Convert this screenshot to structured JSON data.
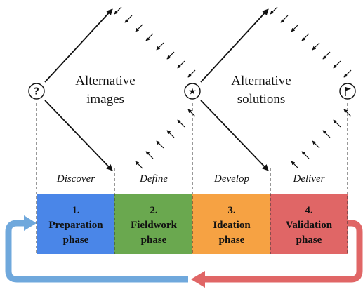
{
  "labels": {
    "problem_space": [
      "Alternative",
      "images"
    ],
    "solution_space": [
      "Alternative",
      "solutions"
    ]
  },
  "stages": [
    "Discover",
    "Define",
    "Develop",
    "Deliver"
  ],
  "phases": [
    {
      "number": "1.",
      "name_line1": "Preparation",
      "name_line2": "phase",
      "color": "#4a86e8"
    },
    {
      "number": "2.",
      "name_line1": "Fieldwork",
      "name_line2": "phase",
      "color": "#6aa84f"
    },
    {
      "number": "3.",
      "name_line1": "Ideation",
      "name_line2": "phase",
      "color": "#f6a243"
    },
    {
      "number": "4.",
      "name_line1": "Validation",
      "name_line2": "phase",
      "color": "#e06666"
    }
  ],
  "icons": {
    "start": {
      "name": "question-icon",
      "glyph": "?"
    },
    "middle": {
      "name": "star-icon",
      "glyph": "★"
    },
    "end": {
      "name": "flag-icon"
    }
  },
  "loop_colors": {
    "left": "#6fa8dc",
    "right": "#e06666"
  }
}
